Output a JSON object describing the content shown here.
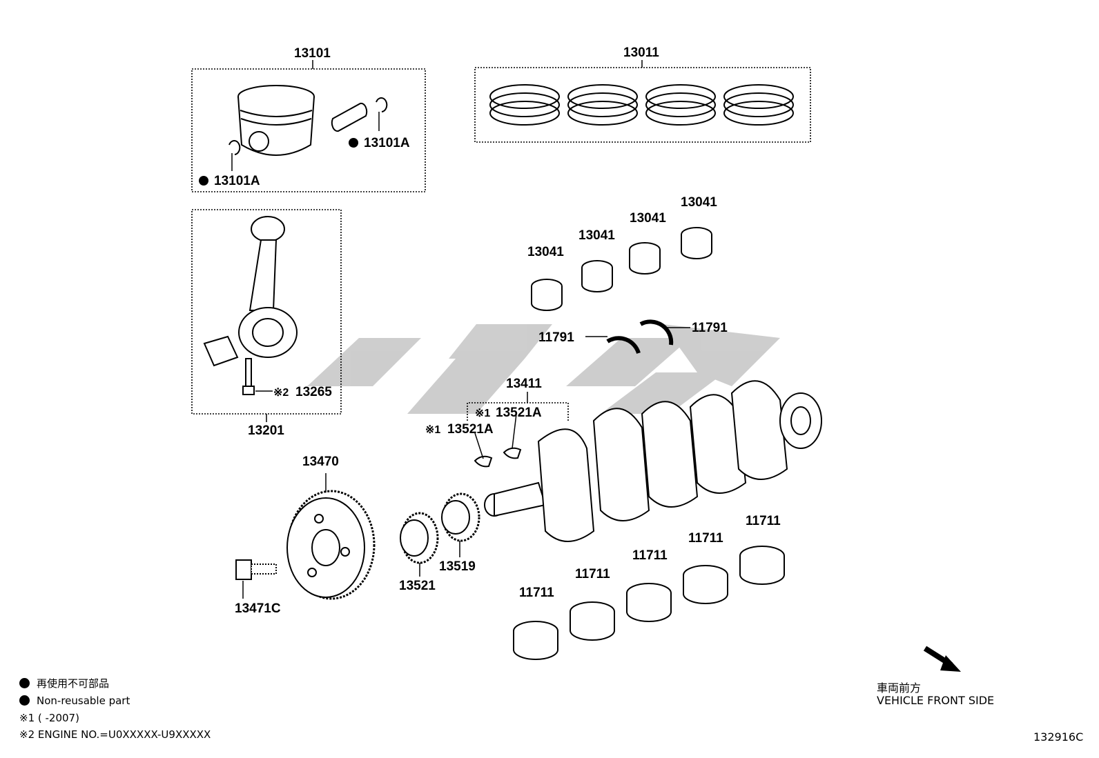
{
  "watermark_text": "ⵣ",
  "callouts": {
    "p13101": "13101",
    "p13011": "13011",
    "p13101A_1": "13101A",
    "p13101A_2": "13101A",
    "p13201": "13201",
    "p13265": "13265",
    "p13265_mark": "※2",
    "p13041_1": "13041",
    "p13041_2": "13041",
    "p13041_3": "13041",
    "p13041_4": "13041",
    "p11791_1": "11791",
    "p11791_2": "11791",
    "p13411": "13411",
    "p13521A_1": "13521A",
    "p13521A_1_mark": "※1",
    "p13521A_2": "13521A",
    "p13521A_2_mark": "※1",
    "p13470": "13470",
    "p13471C": "13471C",
    "p13521": "13521",
    "p13519": "13519",
    "p11711_1": "11711",
    "p11711_2": "11711",
    "p11711_3": "11711",
    "p11711_4": "11711",
    "p11711_5": "11711"
  },
  "legend": {
    "nonreusable_jp": "再使用不可部品",
    "nonreusable_en": "Non-reusable part",
    "note1": "※1 (       -2007)",
    "note2": "※2 ENGINE NO.=U0XXXXX-U9XXXXX"
  },
  "direction": {
    "label_jp": "車両前方",
    "label_en": "VEHICLE FRONT SIDE"
  },
  "illustration_id": "132916C"
}
